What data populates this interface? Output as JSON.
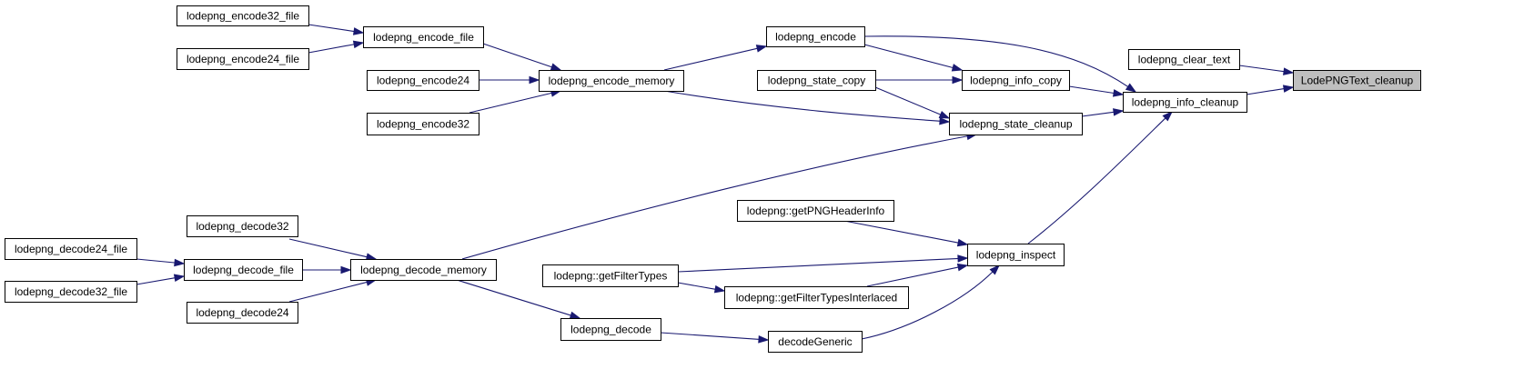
{
  "nodes": [
    {
      "id": "root",
      "label": "LodePNGText_cleanup",
      "root": true
    },
    {
      "id": "clear_text",
      "label": "lodepng_clear_text"
    },
    {
      "id": "info_cleanup",
      "label": "lodepng_info_cleanup"
    },
    {
      "id": "encode",
      "label": "lodepng_encode"
    },
    {
      "id": "info_copy",
      "label": "lodepng_info_copy"
    },
    {
      "id": "state_copy",
      "label": "lodepng_state_copy"
    },
    {
      "id": "state_cleanup",
      "label": "lodepng_state_cleanup"
    },
    {
      "id": "inspect",
      "label": "lodepng_inspect"
    },
    {
      "id": "encode_memory",
      "label": "lodepng_encode_memory"
    },
    {
      "id": "encode_file",
      "label": "lodepng_encode_file"
    },
    {
      "id": "encode24",
      "label": "lodepng_encode24"
    },
    {
      "id": "encode32",
      "label": "lodepng_encode32"
    },
    {
      "id": "encode32_file",
      "label": "lodepng_encode32_file"
    },
    {
      "id": "encode24_file",
      "label": "lodepng_encode24_file"
    },
    {
      "id": "decode_memory",
      "label": "lodepng_decode_memory"
    },
    {
      "id": "getPNGHeaderInfo",
      "label": "lodepng::getPNGHeaderInfo"
    },
    {
      "id": "getFilterTypes",
      "label": "lodepng::getFilterTypes"
    },
    {
      "id": "getFilterTypesInterlaced",
      "label": "lodepng::getFilterTypesInterlaced"
    },
    {
      "id": "decodeGeneric",
      "label": "decodeGeneric"
    },
    {
      "id": "decode",
      "label": "lodepng_decode"
    },
    {
      "id": "decode32",
      "label": "lodepng_decode32"
    },
    {
      "id": "decode_file",
      "label": "lodepng_decode_file"
    },
    {
      "id": "decode24",
      "label": "lodepng_decode24"
    },
    {
      "id": "decode24_file",
      "label": "lodepng_decode24_file"
    },
    {
      "id": "decode32_file",
      "label": "lodepng_decode32_file"
    }
  ],
  "edges": [
    {
      "from": "clear_text",
      "to": "root"
    },
    {
      "from": "info_cleanup",
      "to": "root"
    },
    {
      "from": "encode",
      "to": "info_cleanup"
    },
    {
      "from": "info_copy",
      "to": "info_cleanup"
    },
    {
      "from": "state_cleanup",
      "to": "info_cleanup"
    },
    {
      "from": "inspect",
      "to": "info_cleanup"
    },
    {
      "from": "encode",
      "to": "info_copy"
    },
    {
      "from": "state_copy",
      "to": "info_copy"
    },
    {
      "from": "state_copy",
      "to": "state_cleanup"
    },
    {
      "from": "encode_memory",
      "to": "state_cleanup"
    },
    {
      "from": "decode_memory",
      "to": "state_cleanup"
    },
    {
      "from": "encode_memory",
      "to": "encode"
    },
    {
      "from": "encode_file",
      "to": "encode_memory"
    },
    {
      "from": "encode24",
      "to": "encode_memory"
    },
    {
      "from": "encode32",
      "to": "encode_memory"
    },
    {
      "from": "encode32_file",
      "to": "encode_file"
    },
    {
      "from": "encode24_file",
      "to": "encode_file"
    },
    {
      "from": "getPNGHeaderInfo",
      "to": "inspect"
    },
    {
      "from": "getFilterTypes",
      "to": "inspect"
    },
    {
      "from": "getFilterTypesInterlaced",
      "to": "inspect"
    },
    {
      "from": "decodeGeneric",
      "to": "inspect"
    },
    {
      "from": "getFilterTypes",
      "to": "getFilterTypesInterlaced"
    },
    {
      "from": "decode",
      "to": "decodeGeneric"
    },
    {
      "from": "decode_memory",
      "to": "decode"
    },
    {
      "from": "decode32",
      "to": "decode_memory"
    },
    {
      "from": "decode_file",
      "to": "decode_memory"
    },
    {
      "from": "decode24",
      "to": "decode_memory"
    },
    {
      "from": "decode24_file",
      "to": "decode_file"
    },
    {
      "from": "decode32_file",
      "to": "decode_file"
    }
  ]
}
